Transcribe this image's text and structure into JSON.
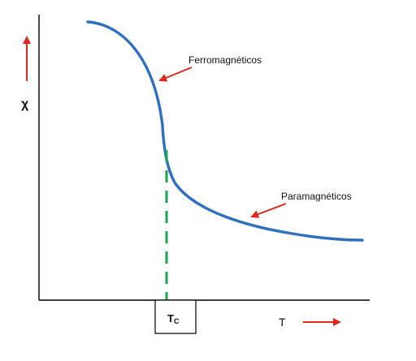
{
  "chart_data": {
    "type": "line",
    "ylabel": "χ",
    "xlabel": "T",
    "critical_label_main": "T",
    "critical_label_sub": "C",
    "annotations": [
      {
        "text": "Ferromagnéticos"
      },
      {
        "text": "Paramagnéticos"
      }
    ],
    "grid": false,
    "legend": "none",
    "colors": {
      "curve": "#2f6fc0",
      "guide": "#19a64f",
      "arrows": "#e0281b"
    }
  }
}
